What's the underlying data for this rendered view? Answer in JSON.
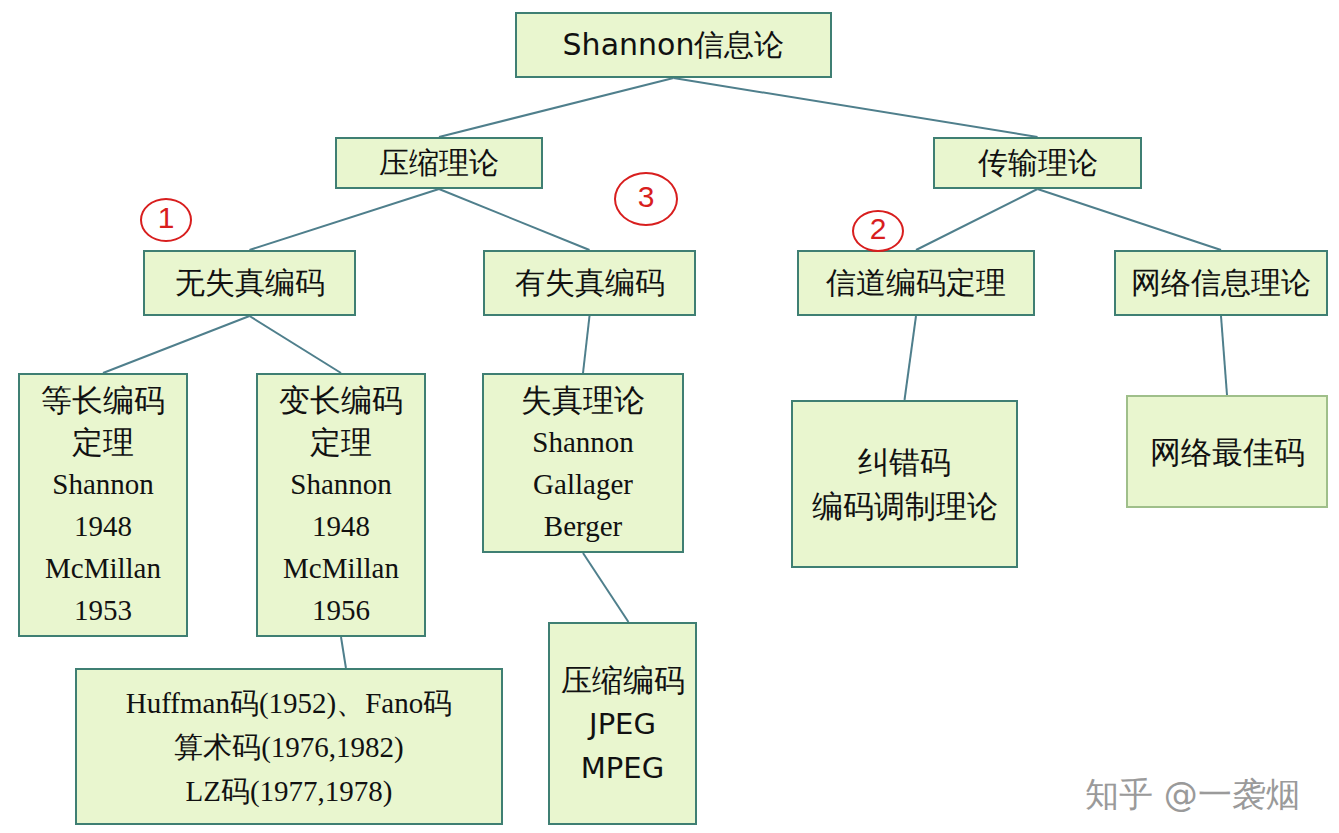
{
  "diagram": {
    "nodes": [
      {
        "text": [
          "Shannon信息论"
        ]
      },
      {
        "text": [
          "压缩理论"
        ]
      },
      {
        "text": [
          "传输理论"
        ]
      },
      {
        "text": [
          "无失真编码"
        ]
      },
      {
        "text": [
          "有失真编码"
        ]
      },
      {
        "text": [
          "信道编码定理"
        ]
      },
      {
        "text": [
          "网络信息理论"
        ]
      },
      {
        "text": [
          "等长编码定理",
          "Shannon 1948 McMillan 1953"
        ]
      },
      {
        "text": [
          "变长编码定理",
          "Shannon 1948 McMillan 1956"
        ]
      },
      {
        "text": [
          "失真理论",
          "Shannon Gallager Berger"
        ]
      },
      {
        "text": [
          "纠错码",
          "编码调制理论"
        ]
      },
      {
        "text": [
          "网络最佳码"
        ]
      },
      {
        "text": [
          "Huffman码(1952)、Fano码",
          "算术码(1976,1982)",
          "LZ码(1977,1978)"
        ]
      },
      {
        "text": [
          "压缩编码",
          "JPEG MPEG"
        ]
      }
    ],
    "edges": [
      {
        "from": 0,
        "to": 1,
        "arrow": "none"
      },
      {
        "from": 0,
        "to": 2,
        "arrow": "none"
      },
      {
        "from": 1,
        "to": 3,
        "arrow": "none"
      },
      {
        "from": 1,
        "to": 4,
        "arrow": "none"
      },
      {
        "from": 2,
        "to": 5,
        "arrow": "none"
      },
      {
        "from": 2,
        "to": 6,
        "arrow": "none"
      },
      {
        "from": 3,
        "to": 7,
        "arrow": "none"
      },
      {
        "from": 3,
        "to": 8,
        "arrow": "none"
      },
      {
        "from": 4,
        "to": 9,
        "arrow": "none"
      },
      {
        "from": 5,
        "to": 10,
        "arrow": "none"
      },
      {
        "from": 6,
        "to": 11,
        "arrow": "none"
      },
      {
        "from": 8,
        "to": 12,
        "arrow": "none"
      },
      {
        "from": 9,
        "to": 13,
        "arrow": "none"
      }
    ],
    "labels": [
      "1",
      "3",
      "2",
      "知乎 @一袭烟"
    ]
  }
}
